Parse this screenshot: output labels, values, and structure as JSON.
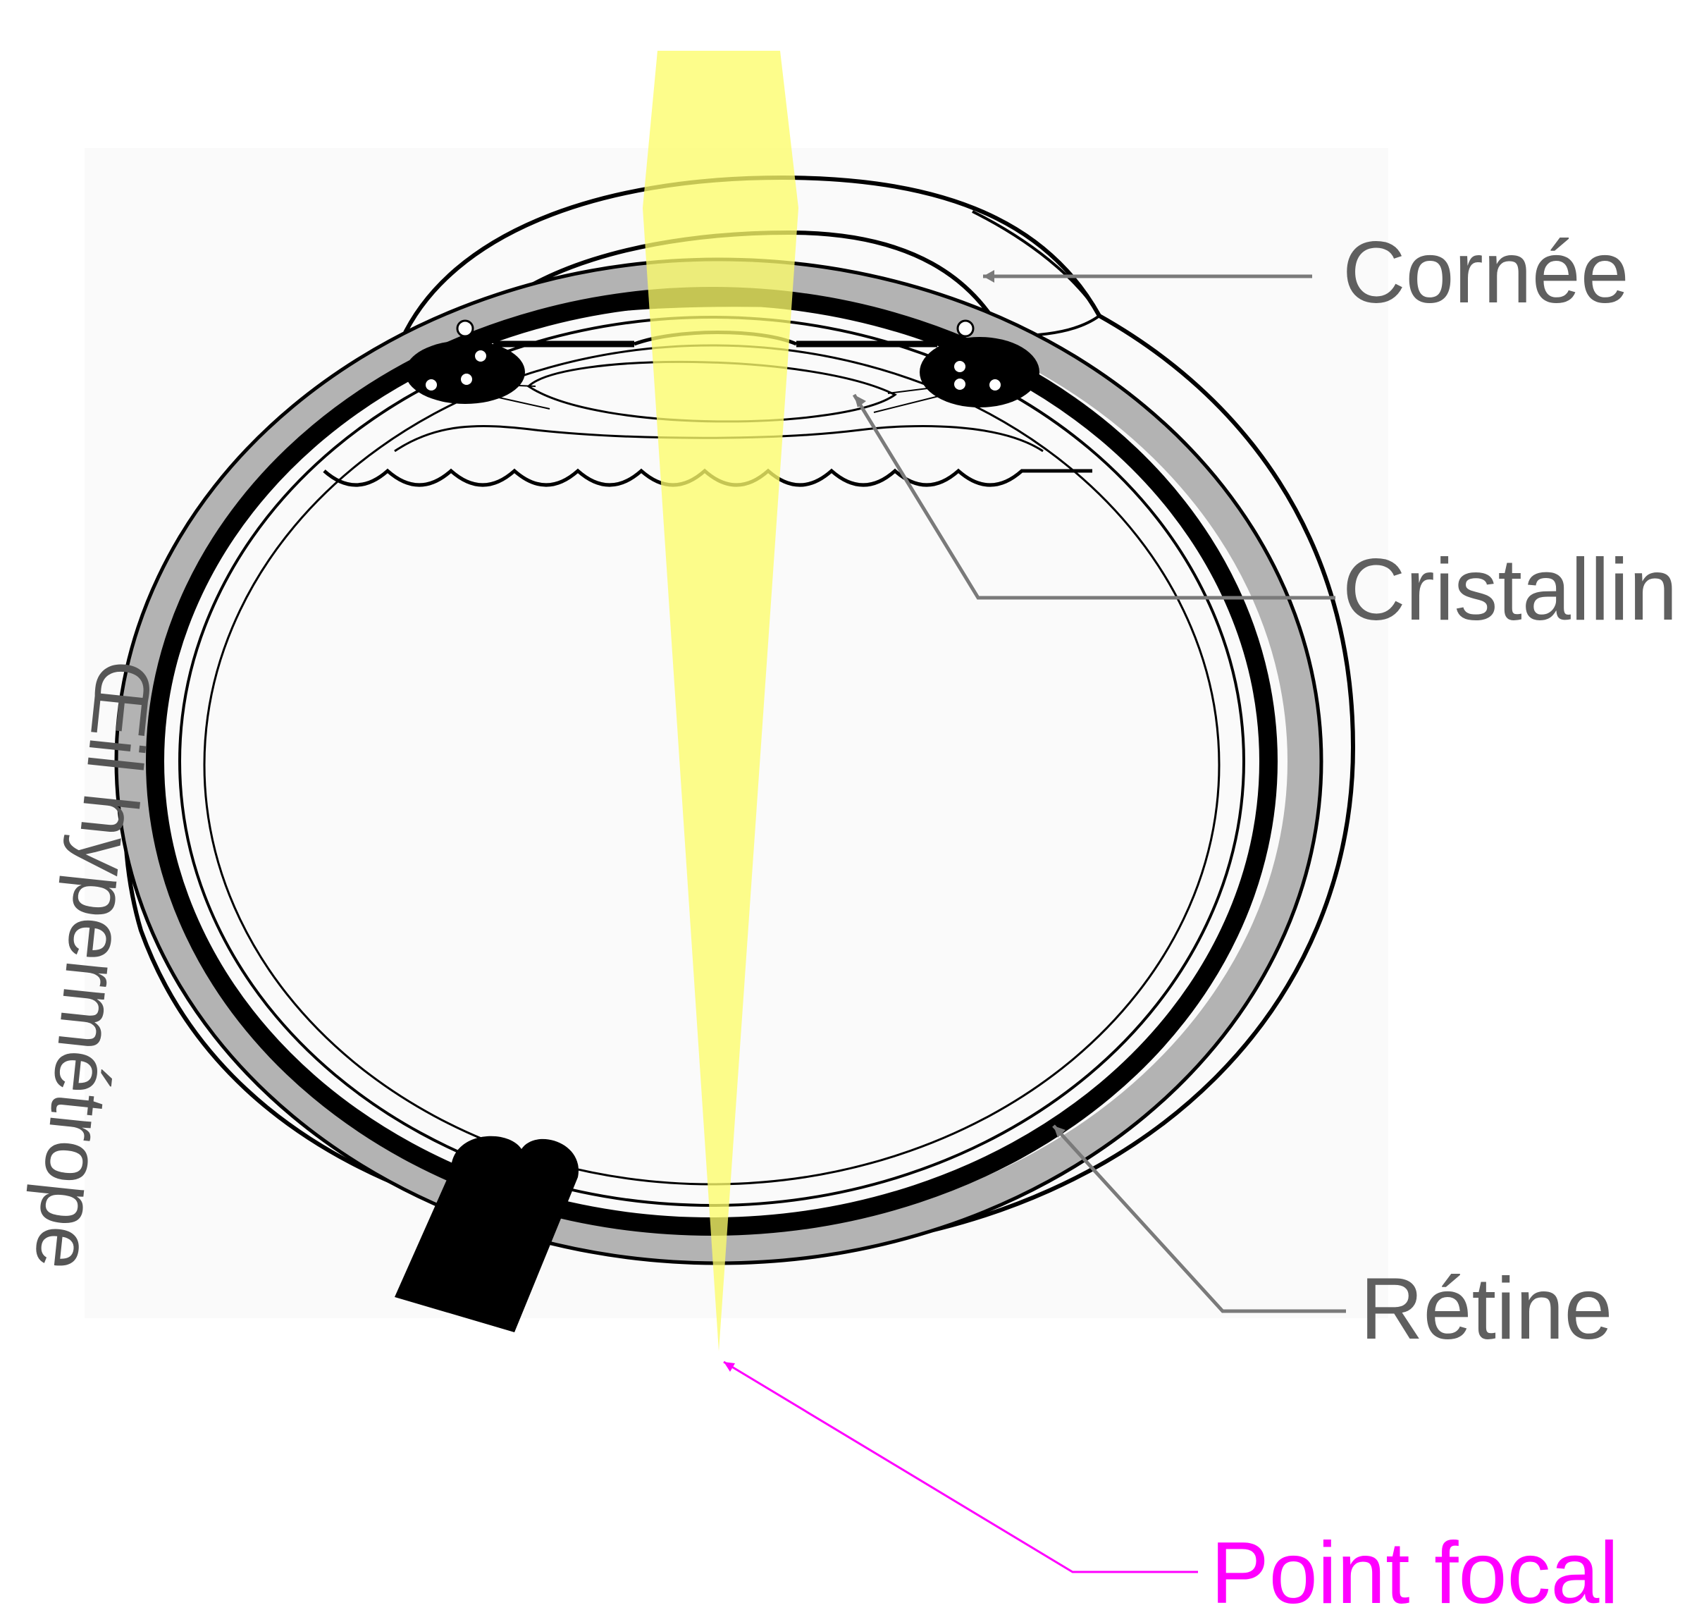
{
  "labels": {
    "cornea": "Cornée",
    "lens": "Cristallin",
    "retina": "Rétine",
    "focal_point": "Point focal",
    "eye_type": "Œil hypermétrope"
  },
  "colors": {
    "light_beam": "#fcfc6a",
    "leader_gray": "#7a7a7a",
    "focal_magenta": "#ff00ff",
    "sclera_gray": "#b3b3b3",
    "outline": "#000000"
  }
}
